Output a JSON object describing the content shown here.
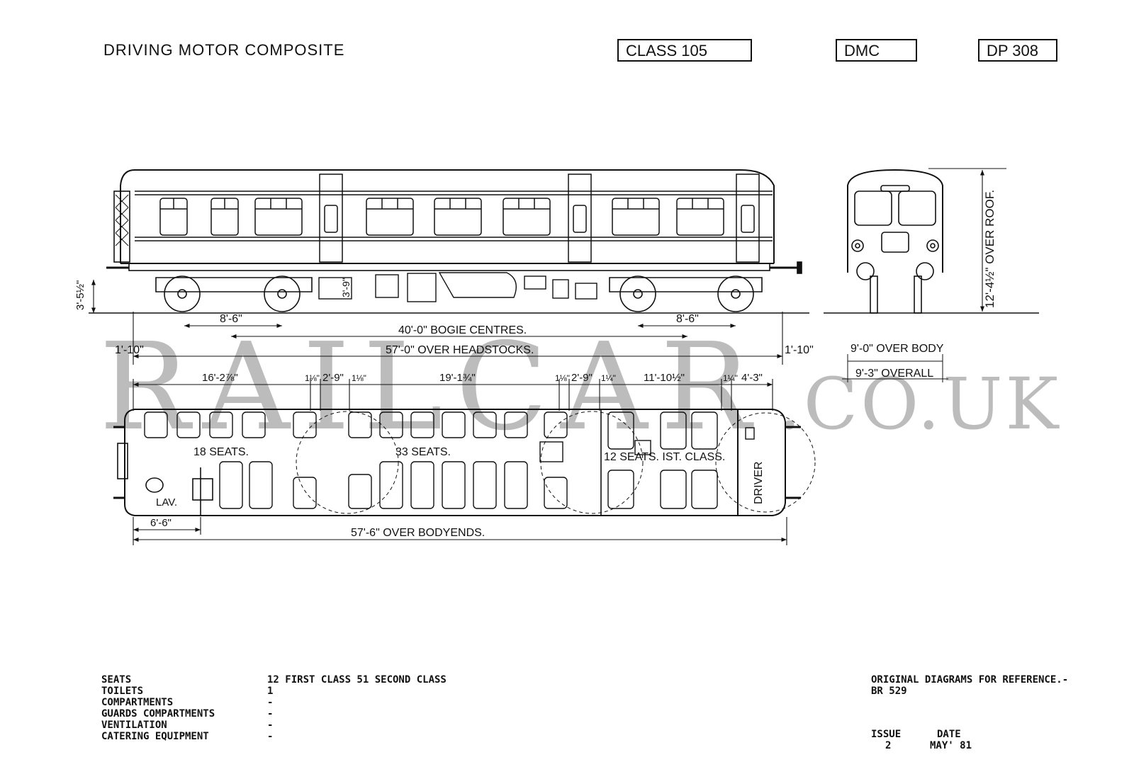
{
  "header": {
    "title": "DRIVING MOTOR COMPOSITE",
    "class_label": "CLASS 105",
    "type_code": "DMC",
    "diagram_no": "DP 308"
  },
  "watermark": {
    "main": "RAILCAR",
    "suffix": ".CO.UK"
  },
  "side_elevation": {
    "height_rail": "3'-5½\"",
    "underframe_box": "3'-9\"",
    "bogie_wheelbase_left": "8'-6\"",
    "bogie_wheelbase_right": "8'-6\"",
    "bogie_centres": "40'-0\" BOGIE CENTRES.",
    "over_headstocks": "57'-0\" OVER HEADSTOCKS.",
    "end_overhang_left": "1'-10\"",
    "end_overhang_right": "1'-10\""
  },
  "end_elevation": {
    "over_roof": "12'-4½\" OVER ROOF.",
    "over_body": "9'-0\" OVER BODY",
    "overall": "9'-3\" OVERALL"
  },
  "plan": {
    "dims_top": [
      "16'-2⅞\"",
      "1⅛\"",
      "2'-9\"",
      "1⅛\"",
      "19'-1¾\"",
      "1⅛\"",
      "2'-9\"",
      "1¼\"",
      "11'-10½\"",
      "1¼\"",
      "4'-3\""
    ],
    "areas": {
      "seats_18": "18 SEATS.",
      "seats_33": "33 SEATS.",
      "seats_first": "12 SEATS. IST. CLASS.",
      "lav": "LAV.",
      "driver": "DRIVER"
    },
    "lav_length": "6'-6\"",
    "over_bodyends": "57'-6\" OVER BODYENDS."
  },
  "specs": [
    {
      "label": "SEATS",
      "value": "12 FIRST CLASS 51 SECOND CLASS"
    },
    {
      "label": "TOILETS",
      "value": "1"
    },
    {
      "label": "COMPARTMENTS",
      "value": "-"
    },
    {
      "label": "GUARDS COMPARTMENTS",
      "value": "-"
    },
    {
      "label": "VENTILATION",
      "value": "-"
    },
    {
      "label": "CATERING EQUIPMENT",
      "value": "-"
    }
  ],
  "reference": {
    "heading": "ORIGINAL DIAGRAMS FOR REFERENCE.-",
    "diagram": "BR 529",
    "issue_label": "ISSUE",
    "issue_value": "2",
    "date_label": "DATE",
    "date_value": "MAY' 81"
  }
}
